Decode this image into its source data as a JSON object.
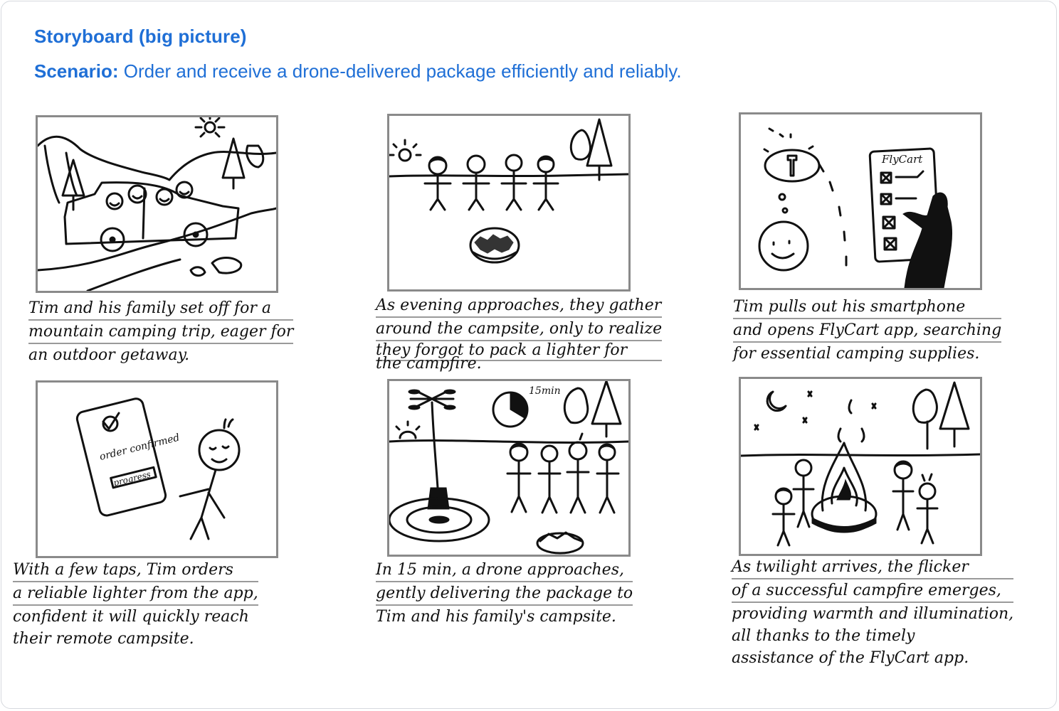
{
  "header": {
    "title": "Storyboard (big picture)",
    "scenario_label": "Scenario:",
    "scenario_text": "Order and receive a drone-delivered package efficiently and reliably."
  },
  "panels": [
    {
      "caption": [
        "Tim and his family set off for a",
        "mountain camping trip, eager for",
        "an outdoor getaway."
      ]
    },
    {
      "caption": [
        "As evening approaches, they gather",
        "around the campsite, only to realize",
        "they forgot to pack a lighter for",
        "the campfire."
      ]
    },
    {
      "caption": [
        "Tim pulls out his smartphone",
        "and opens FlyCart app, searching",
        "for essential camping supplies."
      ],
      "phone_brand": "FlyCart"
    },
    {
      "caption": [
        "With a few taps, Tim orders",
        "a reliable lighter from the app,",
        "confident it will quickly reach",
        "their remote campsite."
      ],
      "phone_status": "order confirmed",
      "phone_progress": "progress"
    },
    {
      "caption": [
        "In 15 min, a drone approaches,",
        "gently delivering the package to",
        "Tim and his family's campsite."
      ],
      "clock_label": "15min"
    },
    {
      "caption": [
        "As twilight arrives, the flicker",
        "of a successful campfire emerges,",
        "providing warmth and illumination,",
        "all thanks to the timely",
        "assistance of the FlyCart app."
      ]
    }
  ]
}
